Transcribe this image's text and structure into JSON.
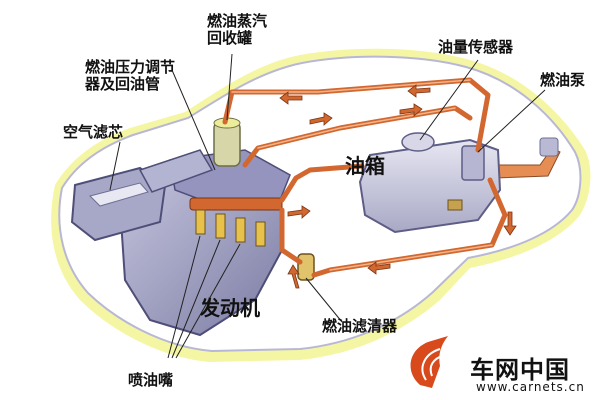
{
  "labels": {
    "vapor_canister": "燃油蒸汽\n回收罐",
    "pressure_regulator": "燃油压力调节\n器及回油管",
    "air_filter": "空气滤芯",
    "fuel_level_sensor": "油量传感器",
    "fuel_pump": "燃油泵",
    "fuel_tank": "油箱",
    "engine": "发动机",
    "fuel_filter": "燃油滤清器",
    "injectors": "喷油嘴"
  },
  "watermark": {
    "brand": "车网中国",
    "url": "www.carnets.cn"
  },
  "colors": {
    "halo": "#f4f59a",
    "body_outline": "#8e8ec4",
    "fuel_line": "#d2672f",
    "arrow": "#d2672f",
    "engine": "#a6a6c8",
    "tank": "#cfcfe2",
    "logo": "#d8491c"
  }
}
